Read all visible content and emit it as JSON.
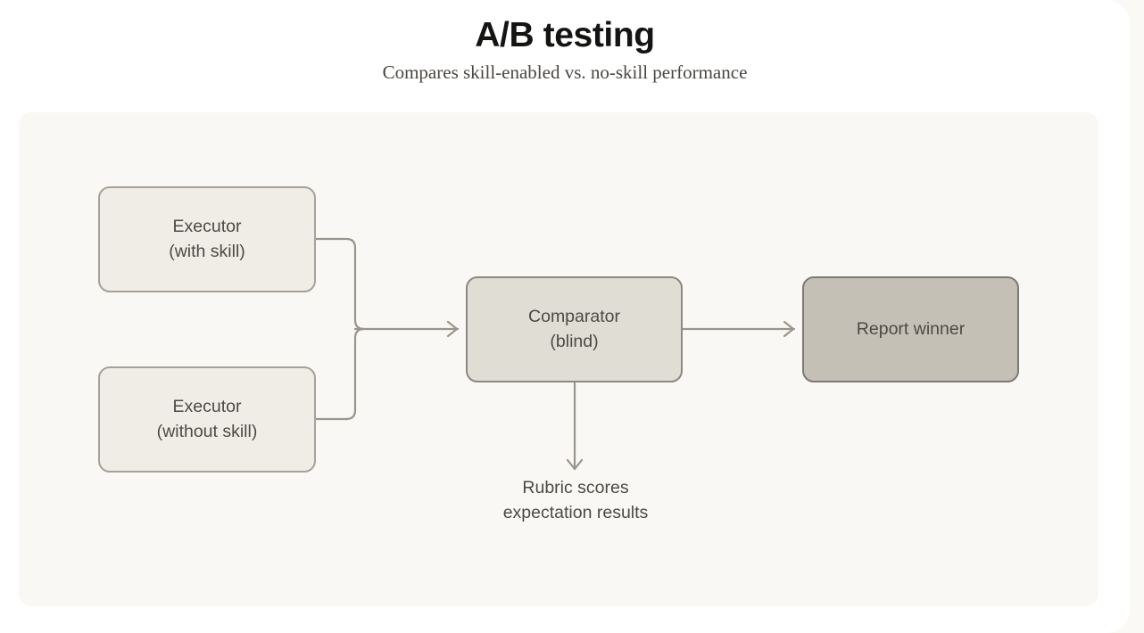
{
  "header": {
    "title": "A/B testing",
    "subtitle": "Compares skill-enabled vs. no-skill performance"
  },
  "diagram": {
    "type": "flowchart",
    "orientation": "left-to-right",
    "nodes": [
      {
        "id": "exec-with",
        "label": "Executor\n(with skill)",
        "tone": "light",
        "fill": "#f0ede6",
        "border": "#a7a199"
      },
      {
        "id": "exec-without",
        "label": "Executor\n(without skill)",
        "tone": "light",
        "fill": "#f0ede6",
        "border": "#a7a199"
      },
      {
        "id": "comparator",
        "label": "Comparator\n(blind)",
        "tone": "mid",
        "fill": "#e0ddd5",
        "border": "#8d8880"
      },
      {
        "id": "report",
        "label": "Report winner",
        "tone": "strong",
        "fill": "#c4c0b6",
        "border": "#7e7a72"
      }
    ],
    "edges": [
      {
        "from": "exec-with",
        "to": "comparator",
        "style": "elbow-merge",
        "arrow": true
      },
      {
        "from": "exec-without",
        "to": "comparator",
        "style": "elbow-merge",
        "arrow": true
      },
      {
        "from": "comparator",
        "to": "report",
        "style": "straight",
        "arrow": true
      },
      {
        "from": "comparator",
        "to": "caption",
        "style": "down",
        "arrow": true
      }
    ],
    "caption": "Rubric scores\nexpectation results",
    "edge_color": "#9a958c",
    "text_color": "#4d4a45",
    "card_background": "#f9f8f5",
    "page_background": "#ffffff",
    "canvas_background": "#faf9f6"
  }
}
